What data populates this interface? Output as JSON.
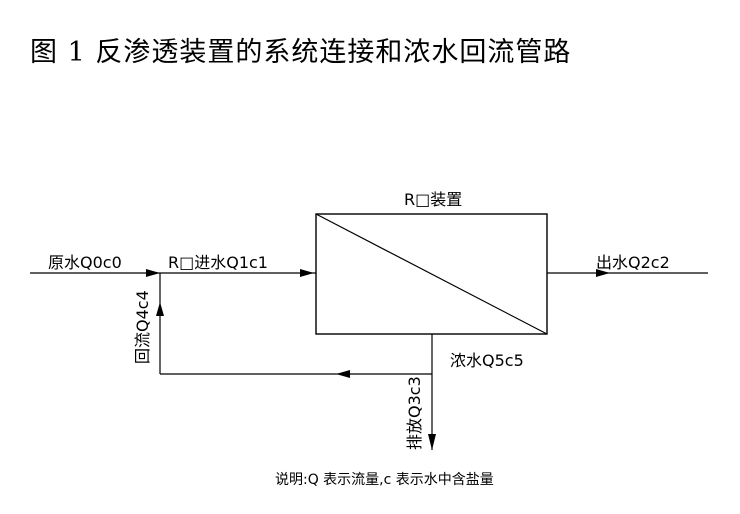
{
  "title": "图 1 反渗透装置的系统连接和浓水回流管路",
  "labels": {
    "ro_device": "R□装置",
    "raw_water": "原水Q0c0",
    "ro_inlet": "R□进水Q1c1",
    "product_water": "出水Q2c2",
    "recycle": "回流Q4c4",
    "concentrate": "浓水Q5c5",
    "discharge": "排放Q3c3"
  },
  "note": "说明:Q 表示流量,c 表示水中含盐量"
}
